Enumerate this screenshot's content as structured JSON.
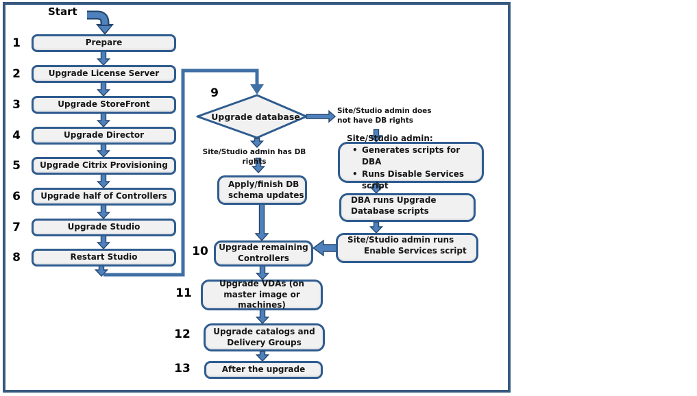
{
  "colors": {
    "frame": "#35597F",
    "box_border": "#2F5C8F",
    "box_fill": "#F1F1F1",
    "arrow_fill": "#4F81BD",
    "arrow_outline": "#26476E",
    "loop_line": "#3F6FA5",
    "text": "#161616"
  },
  "flow": {
    "start_label": "Start",
    "left_steps": [
      {
        "num": "1",
        "label": "Prepare"
      },
      {
        "num": "2",
        "label": "Upgrade License Server"
      },
      {
        "num": "3",
        "label": "Upgrade StoreFront"
      },
      {
        "num": "4",
        "label": "Upgrade Director"
      },
      {
        "num": "5",
        "label": "Upgrade Citrix Provisioning"
      },
      {
        "num": "6",
        "label": "Upgrade half of Controllers"
      },
      {
        "num": "7",
        "label": "Upgrade Studio"
      },
      {
        "num": "8",
        "label": "Restart Studio"
      }
    ],
    "decision": {
      "num": "9",
      "label": "Upgrade database"
    },
    "branch_labels": {
      "has_rights": "Site/Studio admin has DB rights",
      "no_rights_lines": [
        "Site/Studio admin does",
        "not have  DB rights"
      ]
    },
    "middle": {
      "apply_schema": "Apply/finish DB schema updates",
      "step10": {
        "num": "10",
        "label": "Upgrade remaining Controllers"
      },
      "step11": {
        "num": "11",
        "label": "Upgrade VDAs (on master image or machines)"
      },
      "step12": {
        "num": "12",
        "label": "Upgrade catalogs and Delivery Groups"
      },
      "step13": {
        "num": "13",
        "label": "After the upgrade"
      }
    },
    "right": {
      "admin_header": "Site/Studio admin:",
      "admin_bullets": [
        "Generates scripts for DBA",
        "Runs Disable Services script"
      ],
      "dba_lines": [
        "DBA runs Upgrade",
        "Database scripts"
      ],
      "enable_lines": [
        "Site/Studio admin runs",
        "Enable Services script"
      ]
    }
  }
}
